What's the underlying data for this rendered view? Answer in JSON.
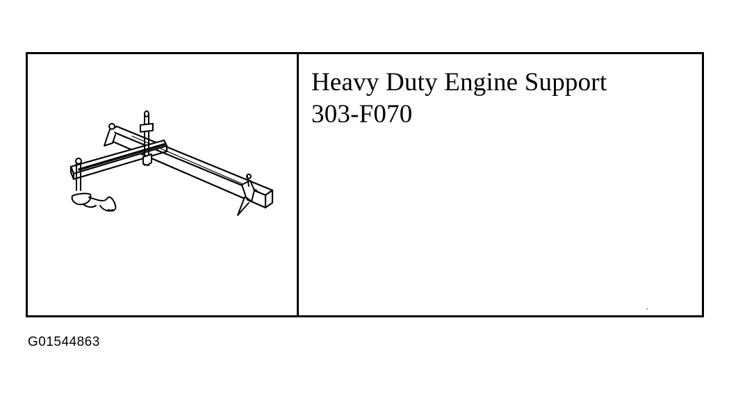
{
  "tool": {
    "name": "Heavy Duty Engine Support",
    "part_number": "303-F070",
    "illustration_icon": "engine-support-fixture-drawing"
  },
  "figure": {
    "id": "G01544863"
  },
  "colors": {
    "line": "#000000",
    "background": "#ffffff"
  }
}
